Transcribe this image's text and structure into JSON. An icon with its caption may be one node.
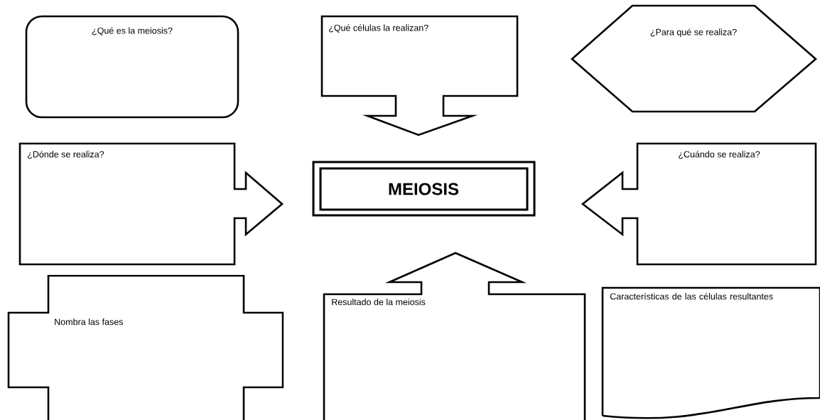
{
  "diagram": {
    "nodes": [
      {
        "text": [
          "¿Qué es la meiosis?"
        ]
      },
      {
        "text": [
          "¿Qué células la realizan?"
        ]
      },
      {
        "text": [
          "¿Para qué se realiza?"
        ]
      },
      {
        "text": [
          "¿Dónde se realiza?"
        ]
      },
      {
        "text": [
          "MEIOSIS"
        ]
      },
      {
        "text": [
          "¿Cuándo se realiza?"
        ]
      },
      {
        "text": [
          "Nombra las fases"
        ]
      },
      {
        "text": [
          "Resultado de la meiosis"
        ]
      },
      {
        "text": [
          "Características de las células resultantes"
        ]
      }
    ]
  }
}
